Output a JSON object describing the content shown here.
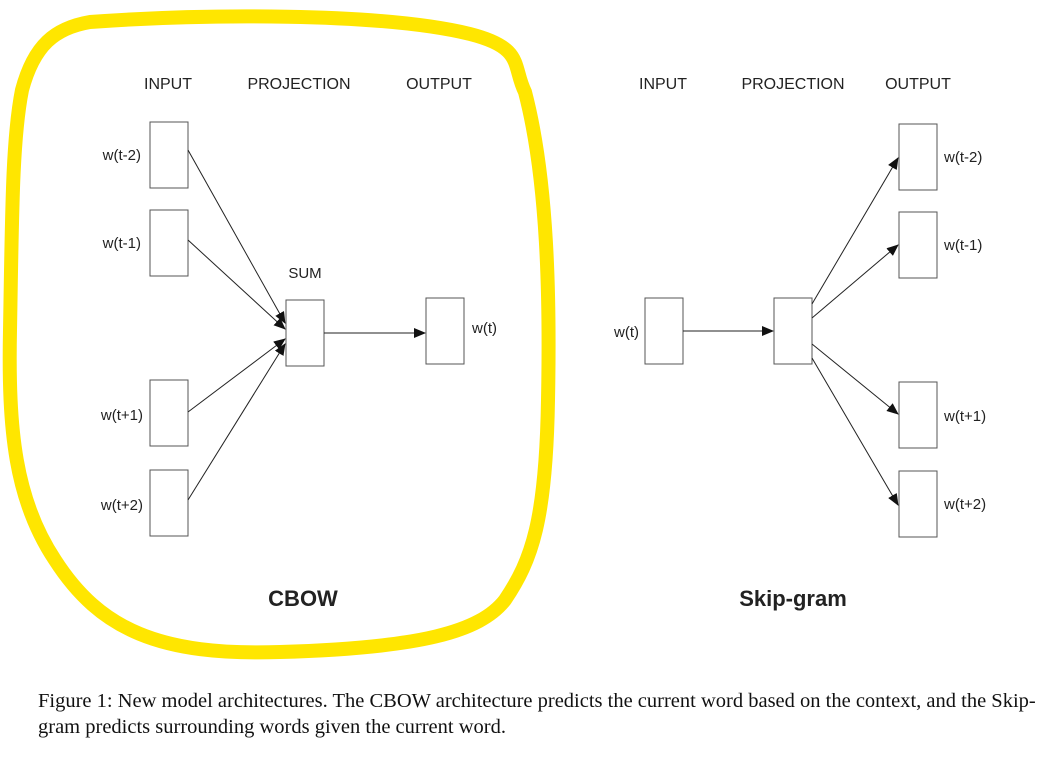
{
  "cbow": {
    "headers": {
      "input": "INPUT",
      "projection": "PROJECTION",
      "output": "OUTPUT"
    },
    "title": "CBOW",
    "sum_label": "SUM",
    "inputs": [
      "w(t-2)",
      "w(t-1)",
      "w(t+1)",
      "w(t+2)"
    ],
    "output": "w(t)"
  },
  "skipgram": {
    "headers": {
      "input": "INPUT",
      "projection": "PROJECTION",
      "output": "OUTPUT"
    },
    "title": "Skip-gram",
    "input": "w(t)",
    "outputs": [
      "w(t-2)",
      "w(t-1)",
      "w(t+1)",
      "w(t+2)"
    ]
  },
  "caption": "Figure 1: New model architectures. The CBOW architecture predicts the current word based on the context, and the Skip-gram predicts surrounding words given the current word.",
  "colors": {
    "highlight": "#ffe600",
    "stroke": "#222222",
    "box_border": "#555555"
  }
}
